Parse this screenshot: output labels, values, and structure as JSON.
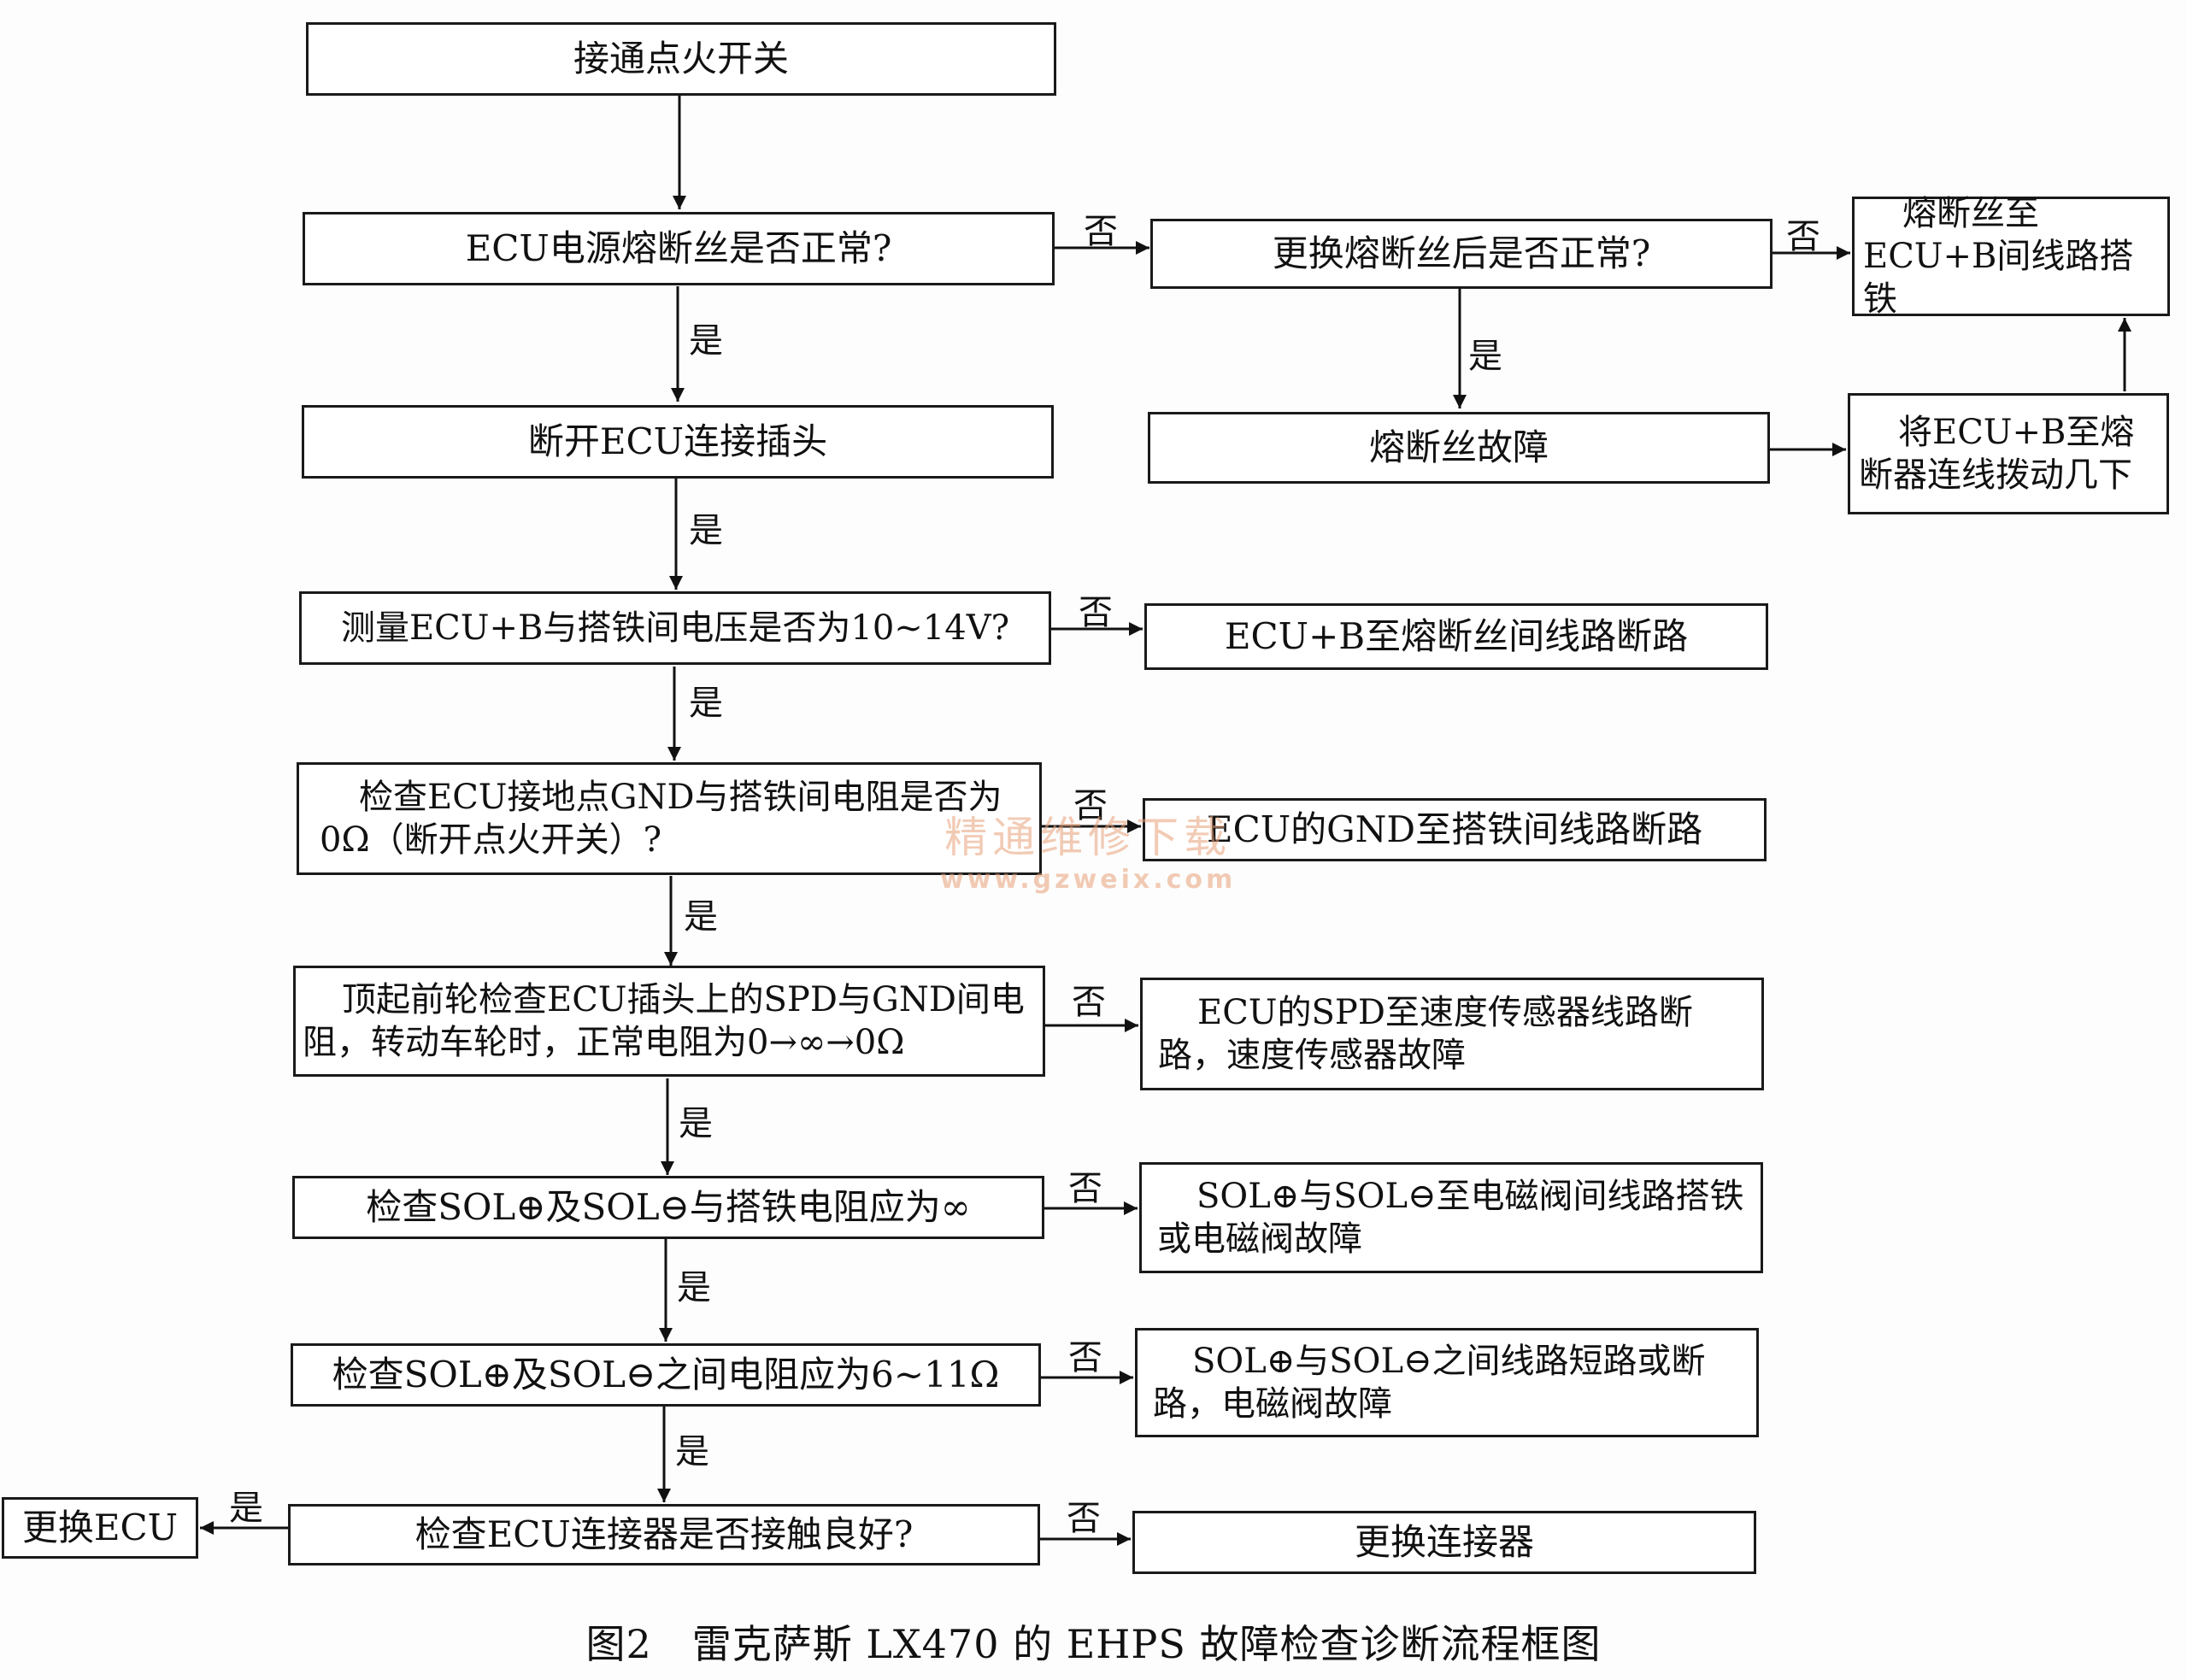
{
  "nodes": {
    "start": "接通点火开关",
    "fuse_ok": "ECU电源熔断丝是否正常?",
    "replace_fuse": "更换熔断丝后是否正常?",
    "fuse_short": "熔断丝至ECU+B间线路搭铁",
    "fuse_fault": "熔断丝故障",
    "wiggle": "将ECU+B至熔断器连线拨动几下",
    "disconnect": "断开ECU连接插头",
    "measure_b": "测量ECU+B与搭铁间电压是否为10~14V?",
    "b_open": "ECU+B至熔断丝间线路断路",
    "check_gnd": "检查ECU接地点GND与搭铁间电阻是否为0Ω（断开点火开关）?",
    "gnd_open": "ECU的GND至搭铁间线路断路",
    "check_spd": "顶起前轮检查ECU插头上的SPD与GND间电阻，转动车轮时，正常电阻为0→∞→0Ω",
    "spd_fault": "ECU的SPD至速度传感器线路断路，速度传感器故障",
    "check_sol_gnd": "检查SOL⊕及SOL⊖与搭铁电阻应为∞",
    "sol_gnd_fault": "SOL⊕与SOL⊖至电磁阀间线路搭铁或电磁阀故障",
    "check_sol": "检查SOL⊕及SOL⊖之间电阻应为6~11Ω",
    "sol_fault": "SOL⊕与SOL⊖之间线路短路或断路，电磁阀故障",
    "check_conn": "检查ECU连接器是否接触良好?",
    "replace_ecu": "更换ECU",
    "replace_conn": "更换连接器"
  },
  "labels": {
    "yes": "是",
    "no": "否"
  },
  "caption": "图2　雷克萨斯 LX470 的 EHPS 故障检查诊断流程框图",
  "watermark": {
    "line1": "精通维修下载",
    "line2": "www.gzweix.com"
  }
}
